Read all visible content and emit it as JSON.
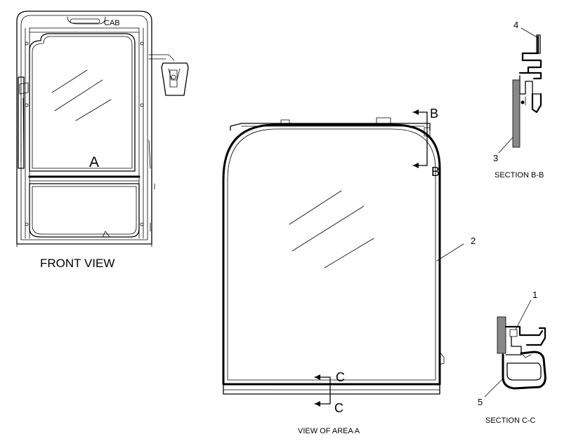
{
  "labels": {
    "front_view": "FRONT VIEW",
    "view_of_area": "VIEW OF AREA A",
    "section_bb": "SECTION B-B",
    "section_cc": "SECTION C-C",
    "cab": "CAB",
    "area_letter": "A",
    "section_b_top": "B",
    "section_b_bottom": "B",
    "section_c_top": "C",
    "section_c_bottom": "C",
    "callout_1": "1",
    "callout_2": "2",
    "callout_3": "3",
    "callout_4": "4",
    "callout_5": "5"
  }
}
